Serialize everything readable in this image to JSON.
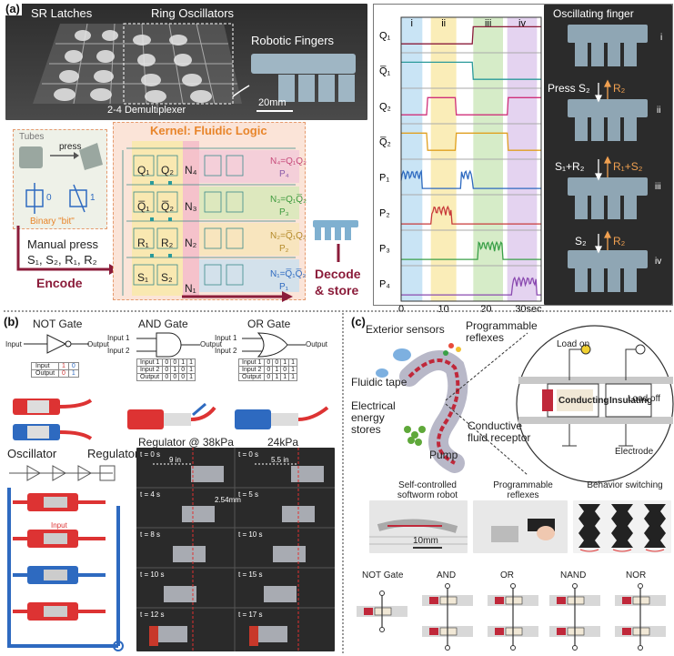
{
  "panel_a": {
    "label": "(a)",
    "photo_labels": {
      "sr_latches": "SR Latches",
      "ring_oscillators": "Ring Oscillators",
      "robotic_fingers": "Robotic Fingers",
      "demux": "2-4 Demultiplexer",
      "scale": "20mm"
    },
    "bit": {
      "tubes": "Tubes",
      "press": "press",
      "zero": "0",
      "one": "1",
      "caption": "Binary \"bit\""
    },
    "kernel_title": "Kernel: Fluidic Logic",
    "manual_press": "Manual press",
    "manual_keys": "S₁, S₂, R₁, R₂",
    "encode": "Encode",
    "decode": "Decode",
    "store": "& store",
    "grid_labels": {
      "q1": "Q₁",
      "q2": "Q₂",
      "n4": "N₄",
      "q1bar": "Q̅₁",
      "q2bar": "Q̅₂",
      "n3": "N₃",
      "r1": "R₁",
      "r2": "R₂",
      "n2": "N₂",
      "s1": "S₁",
      "s2": "S₂",
      "n1": "N₁"
    },
    "outputs": [
      {
        "eq": "N₄=Q₁Q₂",
        "p": "P₄"
      },
      {
        "eq": "N₃=Q₁Q̅₂",
        "p": "P₃"
      },
      {
        "eq": "N₂=Q̅₁Q₂",
        "p": "P₂"
      },
      {
        "eq": "N₁=Q̅₁Q̅₂",
        "p": "P₁"
      }
    ],
    "timeseries": {
      "phases": [
        "i",
        "ii",
        "iii",
        "iv"
      ],
      "rows": [
        "Q₁",
        "Q̅₁",
        "Q₂",
        "Q̅₂",
        "P₁",
        "P₂",
        "P₃",
        "P₄"
      ],
      "x_ticks": [
        "0",
        "10",
        "20",
        "30sec"
      ],
      "colors": {
        "Q1": "#8b1c3a",
        "Q1bar": "#2a9a9a",
        "Q2": "#d0307a",
        "Q2bar": "#e0a020",
        "P1": "#2e6ac0",
        "P2": "#c83a3a",
        "P3": "#3aa048",
        "P4": "#8a4ab0"
      }
    },
    "finger": {
      "title": "Oscillating finger",
      "steps": [
        "i",
        "ii",
        "iii",
        "iv"
      ],
      "press1": "Press S₂",
      "r1": "R₂",
      "press2": "S₁+R₂",
      "r2": "R₁+S₂",
      "press3": "S₂",
      "r3": "R₂"
    }
  },
  "panel_b": {
    "label": "(b)",
    "not_gate": "NOT Gate",
    "and_gate": "AND Gate",
    "or_gate": "OR Gate",
    "input": "Input",
    "output": "Output",
    "input1": "Input 1",
    "input2": "Input 2",
    "not_table": {
      "r1": [
        "Input",
        "1",
        "0"
      ],
      "r2": [
        "Output",
        "0",
        "1"
      ]
    },
    "and_table": {
      "r1": [
        "Input 1",
        "0",
        "0",
        "1",
        "1"
      ],
      "r2": [
        "Input 2",
        "0",
        "1",
        "0",
        "1"
      ],
      "r3": [
        "Output",
        "0",
        "0",
        "0",
        "1"
      ]
    },
    "or_table": {
      "r1": [
        "Input 1",
        "0",
        "0",
        "1",
        "1"
      ],
      "r2": [
        "Input 2",
        "0",
        "1",
        "0",
        "1"
      ],
      "r3": [
        "Output",
        "0",
        "1",
        "1",
        "1"
      ]
    },
    "oscillator": "Oscillator",
    "regulator": "Regulator",
    "regulator_38": "Regulator @ 38kPa",
    "regulator_24": "24kPa",
    "times_left": [
      "t = 0 s",
      "t = 4 s",
      "t = 8 s",
      "t = 10 s",
      "t = 12 s"
    ],
    "times_right": [
      "t = 0 s",
      "t = 5 s",
      "t = 10 s",
      "t = 15 s",
      "t = 17 s"
    ],
    "dist_left": "9 in",
    "dist_right": "5.5 in",
    "cm_label": "2.54mm"
  },
  "panel_c": {
    "label": "(c)",
    "exterior_sensors": "Exterior sensors",
    "programmable_reflexes": "Programmable reflexes",
    "fluidic_tape": "Fluidic tape",
    "electrical_energy": "Electrical energy stores",
    "pump": "Pump",
    "conductive_fluid": "Conductive fluid receptor",
    "load_on": "Load on",
    "load_off": "Load off",
    "conducting": "Conducting",
    "insulating": "Insulating",
    "electrode": "Electrode",
    "softworm": "Self-controlled softworm robot",
    "prog_reflexes": "Programmable reflexes",
    "behavior": "Behavior switching",
    "scale": "10mm",
    "gates": [
      "NOT Gate",
      "AND",
      "OR",
      "NAND",
      "NOR"
    ]
  }
}
